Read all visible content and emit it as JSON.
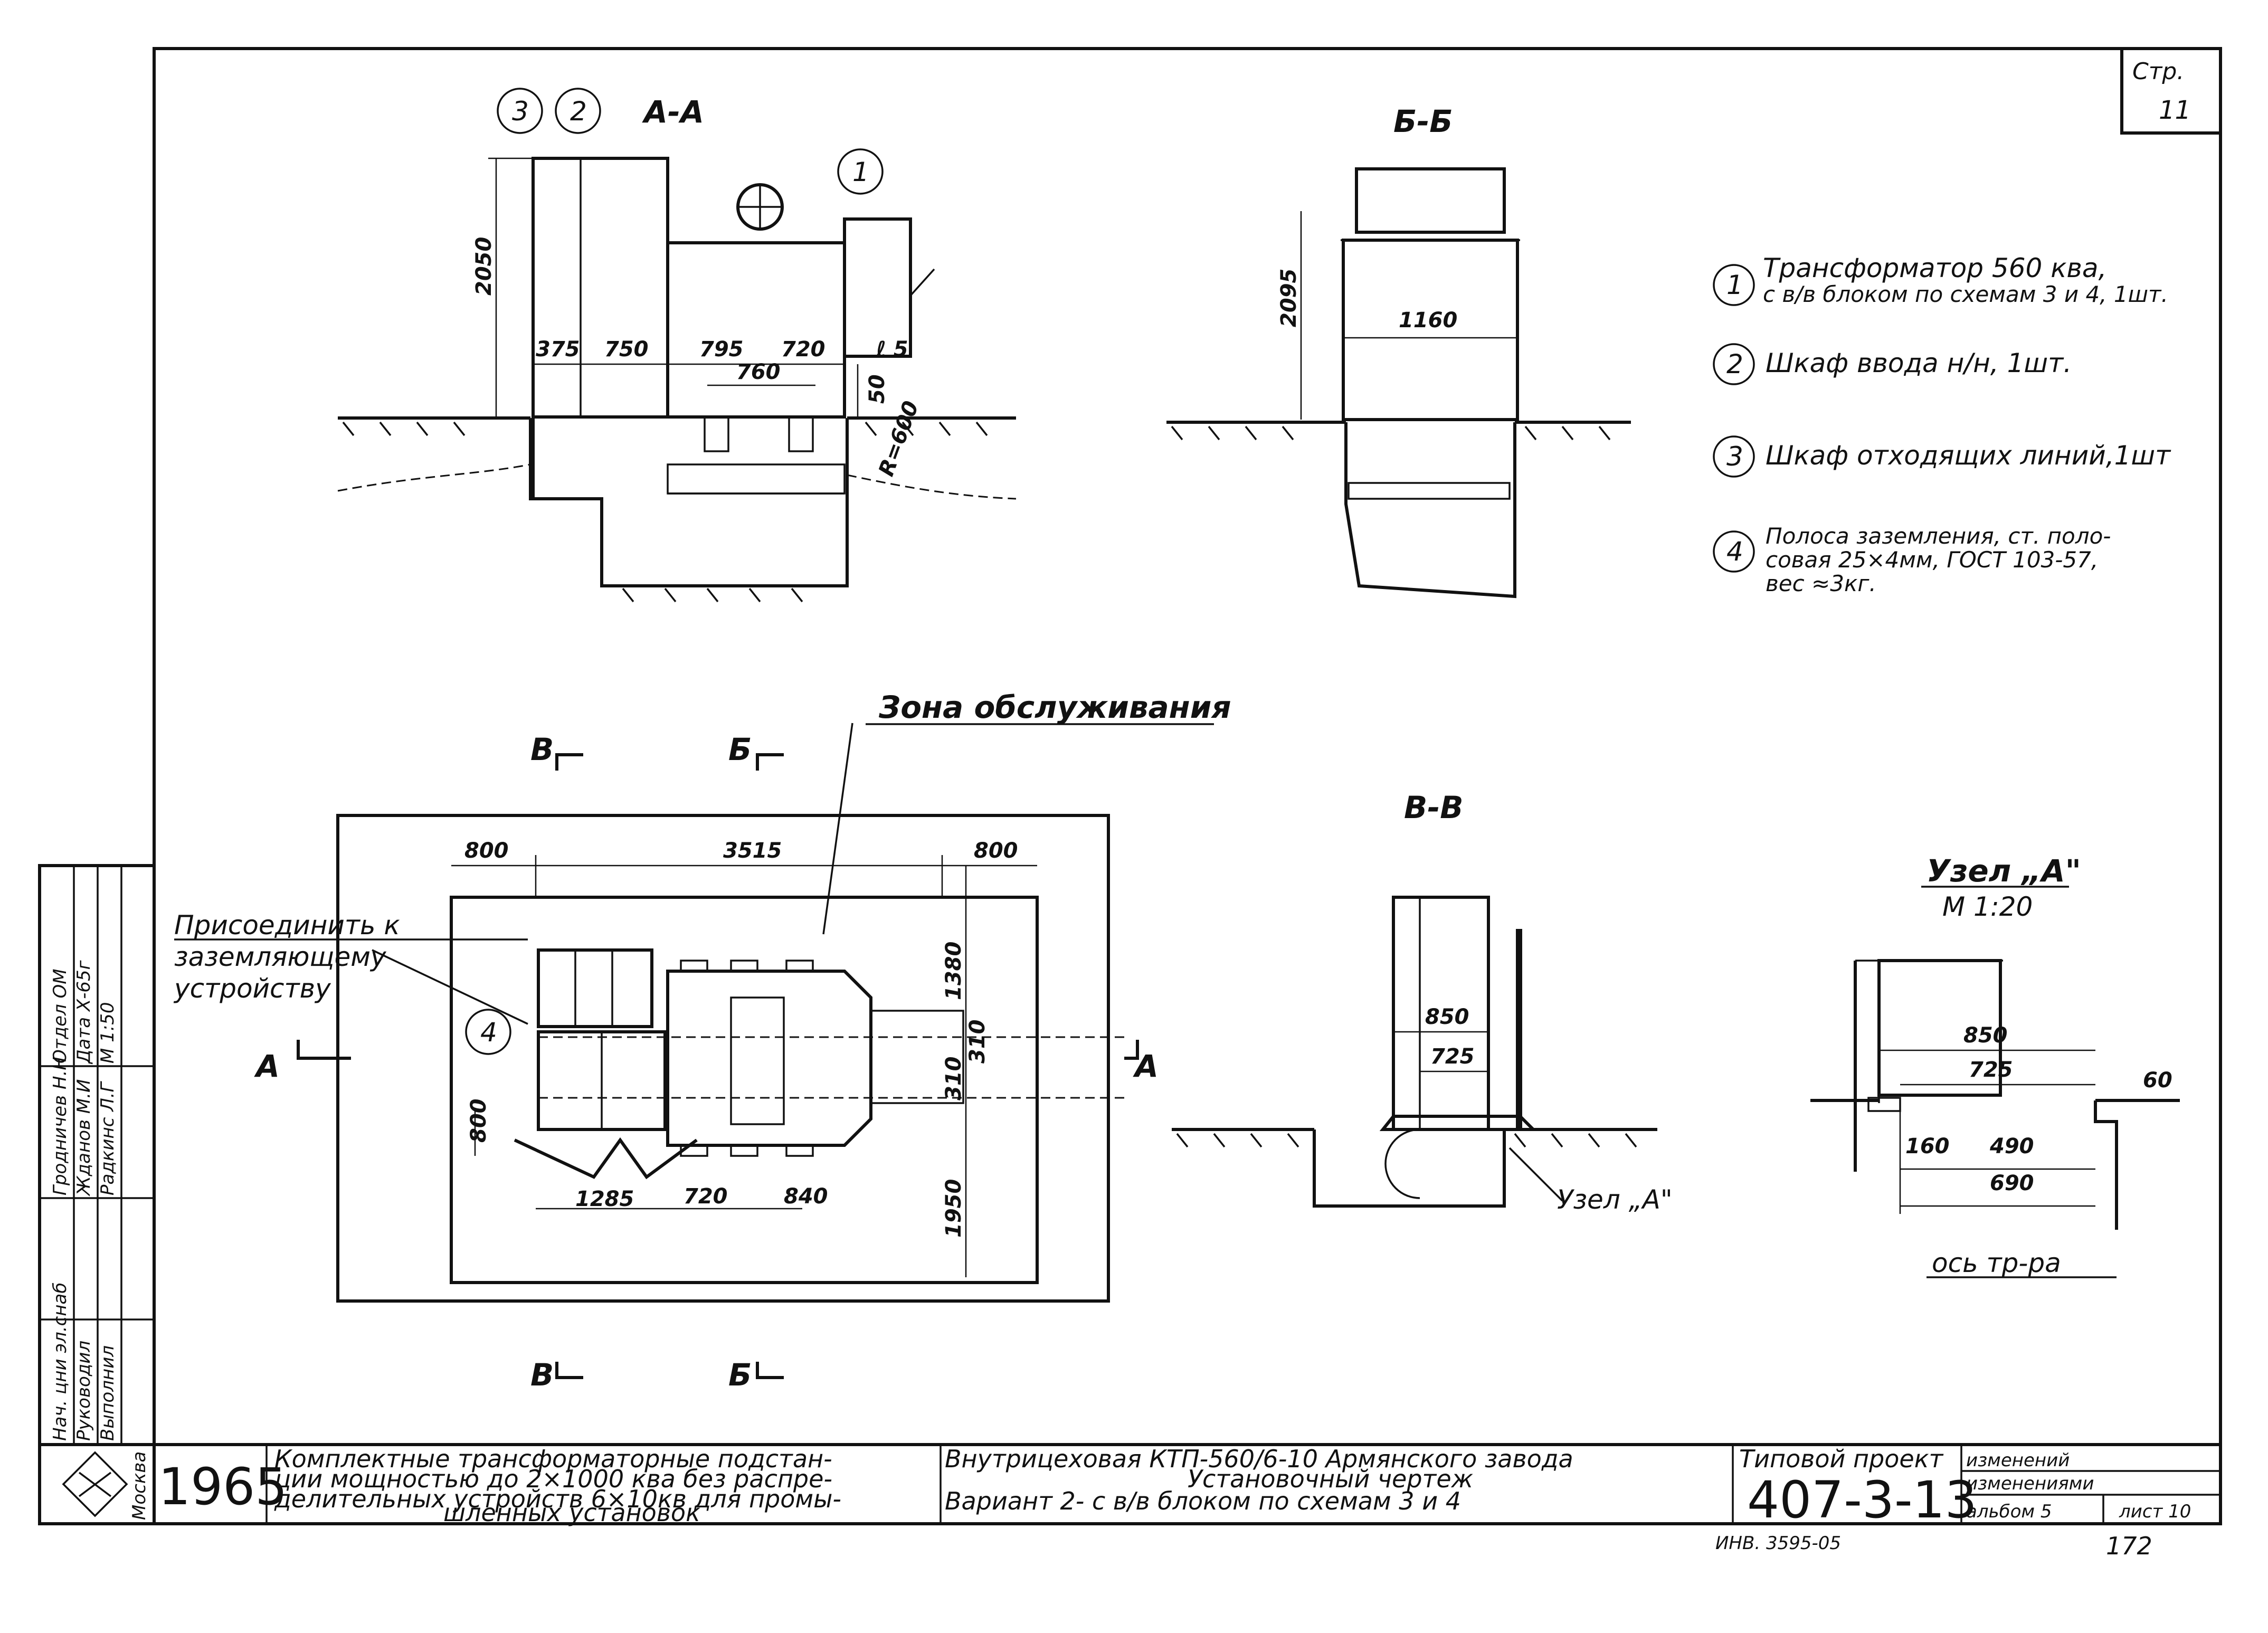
{
  "sheet": {
    "page_label": "Стр.",
    "page_number": "11"
  },
  "sections": {
    "aa": "А-А",
    "bb": "Б-Б",
    "vv": "В-В",
    "uzel": "Узел „А\"",
    "uzel_scale": "М 1:20"
  },
  "dimensions": {
    "aa": [
      "2050",
      "375",
      "750",
      "795",
      "720",
      "ℓ 5",
      "760",
      "50",
      "R=600"
    ],
    "bb": [
      "2095",
      "1160"
    ],
    "plan": [
      "800",
      "3515",
      "800",
      "1380",
      "310",
      "310",
      "800",
      "1285",
      "720",
      "840",
      "1950"
    ],
    "vv": [
      "850",
      "725"
    ],
    "uzel": [
      "850",
      "725",
      "60",
      "160",
      "490",
      "690"
    ]
  },
  "section_markers": {
    "a": "А",
    "b": "Б",
    "v": "В"
  },
  "callouts": [
    "3",
    "2",
    "1",
    "4"
  ],
  "labels": {
    "service_zone": "Зона обслуживания",
    "connect_line1": "Присоединить к",
    "connect_line2": "заземляющему",
    "connect_line3": "устройству",
    "uzel_a": "Узел „А\"",
    "axis": "ось тр-ра"
  },
  "legend": [
    {
      "num": "1",
      "lines": [
        "Трансформатор 560 ква,",
        "с в/в блоком по схемам 3 и 4, 1шт."
      ]
    },
    {
      "num": "2",
      "lines": [
        "Шкаф ввода н/н, 1шт."
      ]
    },
    {
      "num": "3",
      "lines": [
        "Шкаф отходящих линий,1шт"
      ]
    },
    {
      "num": "4",
      "lines": [
        "Полоса заземления, ст. поло-",
        "совая 25×4мм, ГОСТ 103-57,",
        "вес ≈3кг."
      ]
    }
  ],
  "side_stamp": {
    "roles": [
      "Нач. цни эл.снаб",
      "Руководил",
      "Выполнил"
    ],
    "names": [
      "Гродничев Н.Н",
      "Жданов М.И",
      "Радкинс Л.Г"
    ],
    "right": [
      "Отдел ОМ",
      "Дата Х-65г",
      "М 1:50"
    ]
  },
  "title_block": {
    "city": "Москва",
    "year": "1965",
    "desc": [
      "Комплектные трансформаторные подстан-",
      "ции мощностью до 2×1000 ква без распре-",
      "делительных устройств 6×10кв для промы-",
      "шленных установок"
    ],
    "subject": [
      "Внутрицеховая КТП-560/6-10 Армянского завода",
      "Установочный чертеж",
      "Вариант 2- с в/в блоком по схемам 3 и 4"
    ],
    "project_label": "Типовой проект",
    "project_no": "407-3-13",
    "changes1": "изменений",
    "changes2": "изменениями",
    "album": "альбом 5",
    "sheet": "лист 10"
  },
  "footer": {
    "inv": "ИНВ. 3595-05",
    "page": "172"
  }
}
